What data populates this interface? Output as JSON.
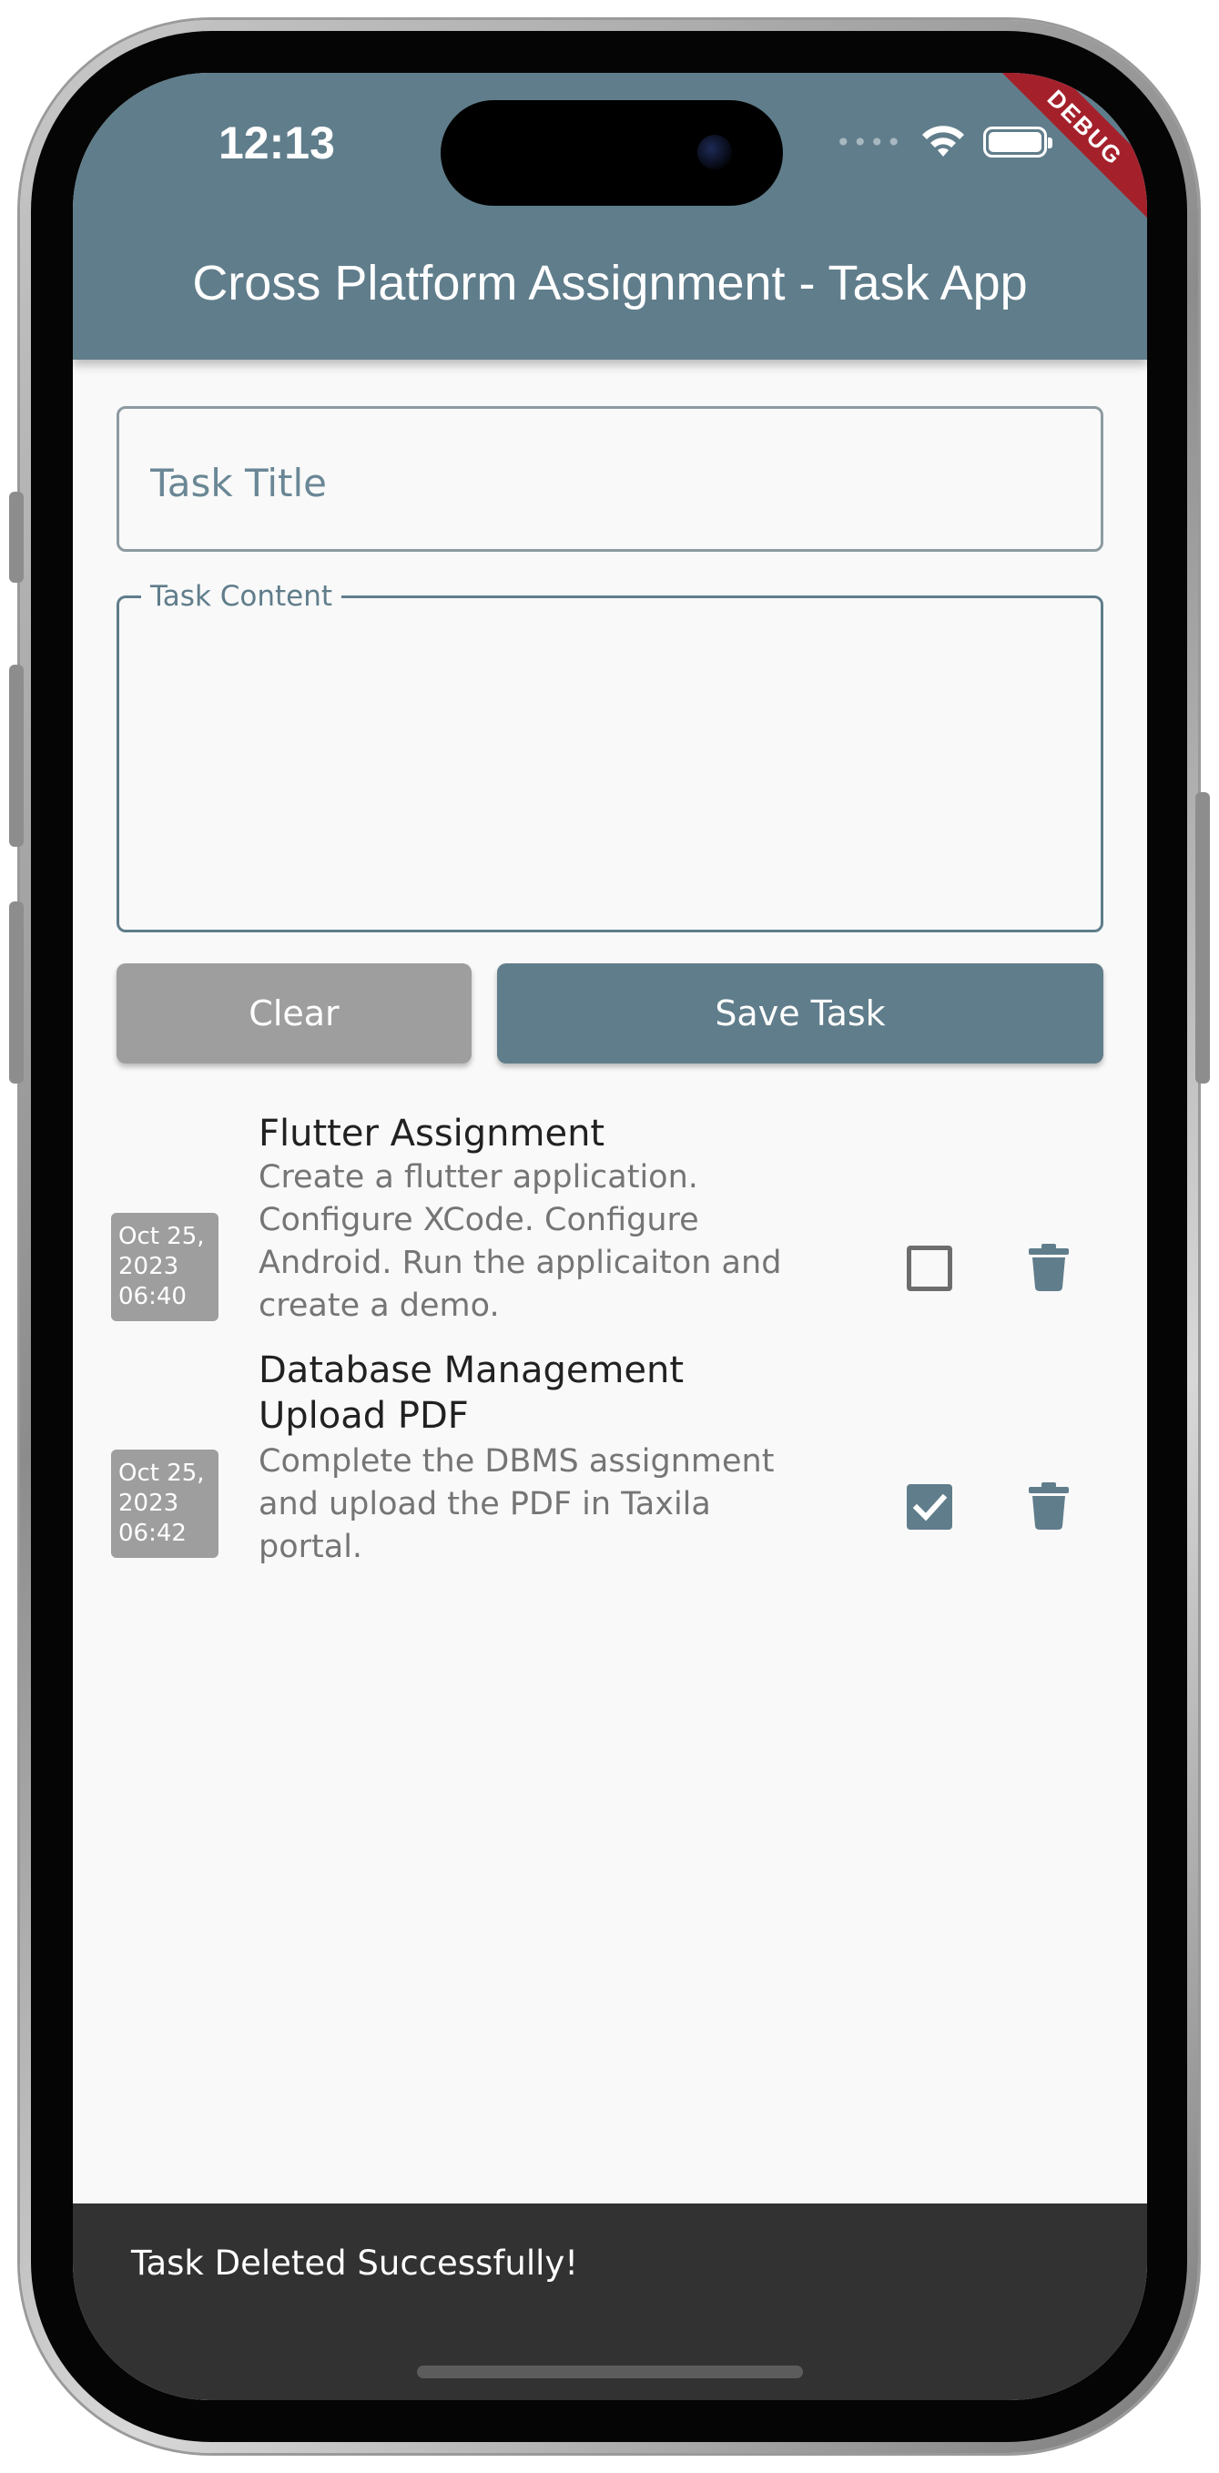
{
  "status_bar": {
    "time": "12:13",
    "signal_icon": "signal-dots-icon",
    "wifi_icon": "wifi-icon",
    "battery_icon": "battery-icon"
  },
  "debug_banner": "DEBUG",
  "app_bar": {
    "title": "Cross Platform Assignment - Task App",
    "color": "#607d8b"
  },
  "form": {
    "title_field": {
      "placeholder": "Task Title",
      "value": ""
    },
    "content_field": {
      "label": "Task Content",
      "value": ""
    },
    "clear_label": "Clear",
    "save_label": "Save Task"
  },
  "tasks": [
    {
      "date": [
        "Oct 25,",
        "2023",
        "06:40"
      ],
      "title": "Flutter Assignment",
      "description": "Create a flutter application. Configure XCode. Configure Android. Run the applicaiton and create a demo.",
      "completed": false
    },
    {
      "date": [
        "Oct 25,",
        "2023",
        "06:42"
      ],
      "title": "Database Management Upload PDF",
      "description": "Complete the DBMS assignment and upload the PDF in Taxila portal.",
      "completed": true
    }
  ],
  "snackbar": {
    "message": "Task Deleted Successfully!"
  },
  "colors": {
    "accent": "#607d8b",
    "snackbar": "#323232",
    "badge": "#9e9e9e"
  }
}
